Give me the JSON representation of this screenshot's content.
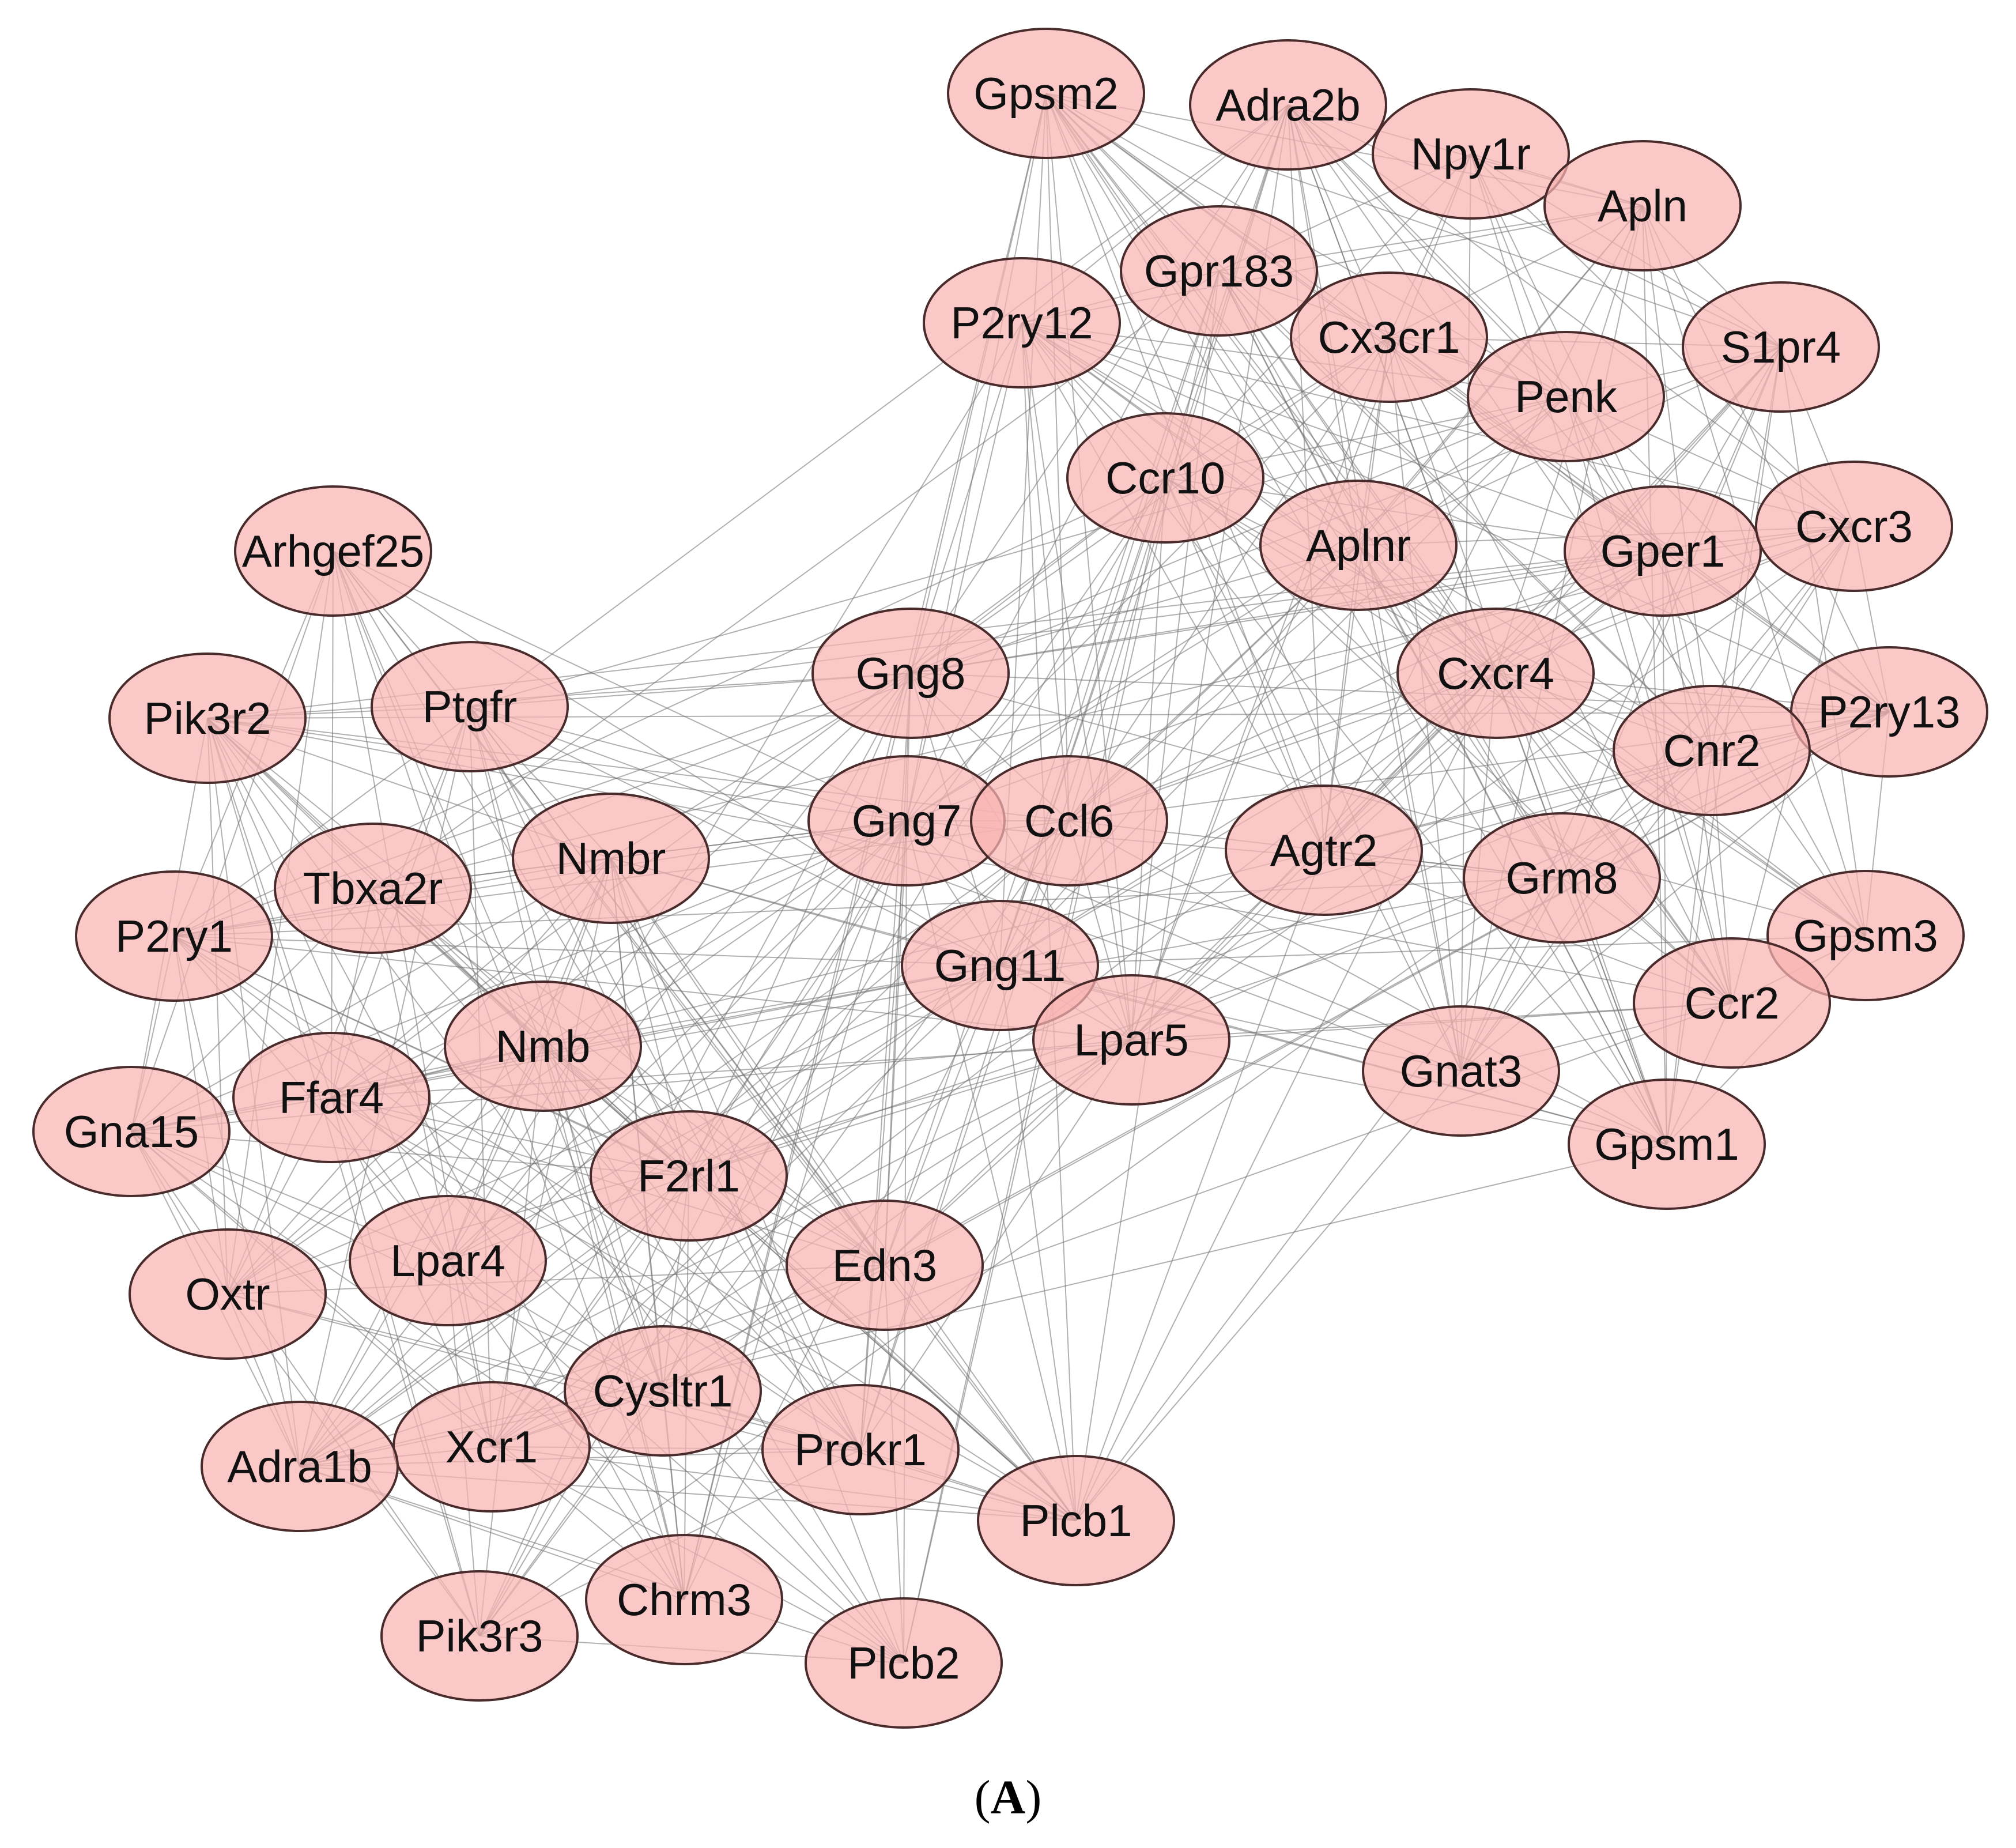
{
  "panel_label": {
    "open": "(",
    "letter": "A",
    "close": ")"
  },
  "node_style": {
    "fill": "#f7b3b1",
    "stroke": "#4a2b2b",
    "edge_color": "#6f6f6f"
  },
  "nodes": [
    {
      "id": "gpsm2",
      "label": "Gpsm2"
    },
    {
      "id": "adra2b",
      "label": "Adra2b"
    },
    {
      "id": "npy1r",
      "label": "Npy1r"
    },
    {
      "id": "apln",
      "label": "Apln"
    },
    {
      "id": "gpr183",
      "label": "Gpr183"
    },
    {
      "id": "p2ry12",
      "label": "P2ry12"
    },
    {
      "id": "cx3cr1",
      "label": "Cx3cr1"
    },
    {
      "id": "s1pr4",
      "label": "S1pr4"
    },
    {
      "id": "penk",
      "label": "Penk"
    },
    {
      "id": "ccr10",
      "label": "Ccr10"
    },
    {
      "id": "aplnr",
      "label": "Aplnr"
    },
    {
      "id": "gper1",
      "label": "Gper1"
    },
    {
      "id": "cxcr3",
      "label": "Cxcr3"
    },
    {
      "id": "arhgef25",
      "label": "Arhgef25"
    },
    {
      "id": "gng8",
      "label": "Gng8"
    },
    {
      "id": "cxcr4",
      "label": "Cxcr4"
    },
    {
      "id": "p2ry13",
      "label": "P2ry13"
    },
    {
      "id": "pik3r2",
      "label": "Pik3r2"
    },
    {
      "id": "ptgfr",
      "label": "Ptgfr"
    },
    {
      "id": "cnr2",
      "label": "Cnr2"
    },
    {
      "id": "gng7",
      "label": "Gng7"
    },
    {
      "id": "ccl6",
      "label": "Ccl6"
    },
    {
      "id": "nmbr",
      "label": "Nmbr"
    },
    {
      "id": "agtr2",
      "label": "Agtr2"
    },
    {
      "id": "grm8",
      "label": "Grm8"
    },
    {
      "id": "tbxa2r",
      "label": "Tbxa2r"
    },
    {
      "id": "gpsm3",
      "label": "Gpsm3"
    },
    {
      "id": "p2ry1",
      "label": "P2ry1"
    },
    {
      "id": "gng11",
      "label": "Gng11"
    },
    {
      "id": "ccr2",
      "label": "Ccr2"
    },
    {
      "id": "lpar5",
      "label": "Lpar5"
    },
    {
      "id": "nmb",
      "label": "Nmb"
    },
    {
      "id": "ffar4",
      "label": "Ffar4"
    },
    {
      "id": "gnat3",
      "label": "Gnat3"
    },
    {
      "id": "gna15",
      "label": "Gna15"
    },
    {
      "id": "gpsm1",
      "label": "Gpsm1"
    },
    {
      "id": "f2rl1",
      "label": "F2rl1"
    },
    {
      "id": "edn3",
      "label": "Edn3"
    },
    {
      "id": "lpar4",
      "label": "Lpar4"
    },
    {
      "id": "oxtr",
      "label": "Oxtr"
    },
    {
      "id": "cysltr1",
      "label": "Cysltr1"
    },
    {
      "id": "xcr1",
      "label": "Xcr1"
    },
    {
      "id": "prokr1",
      "label": "Prokr1"
    },
    {
      "id": "adra1b",
      "label": "Adra1b"
    },
    {
      "id": "plcb1",
      "label": "Plcb1"
    },
    {
      "id": "chrm3",
      "label": "Chrm3"
    },
    {
      "id": "pik3r3",
      "label": "Pik3r3"
    },
    {
      "id": "plcb2",
      "label": "Plcb2"
    }
  ]
}
